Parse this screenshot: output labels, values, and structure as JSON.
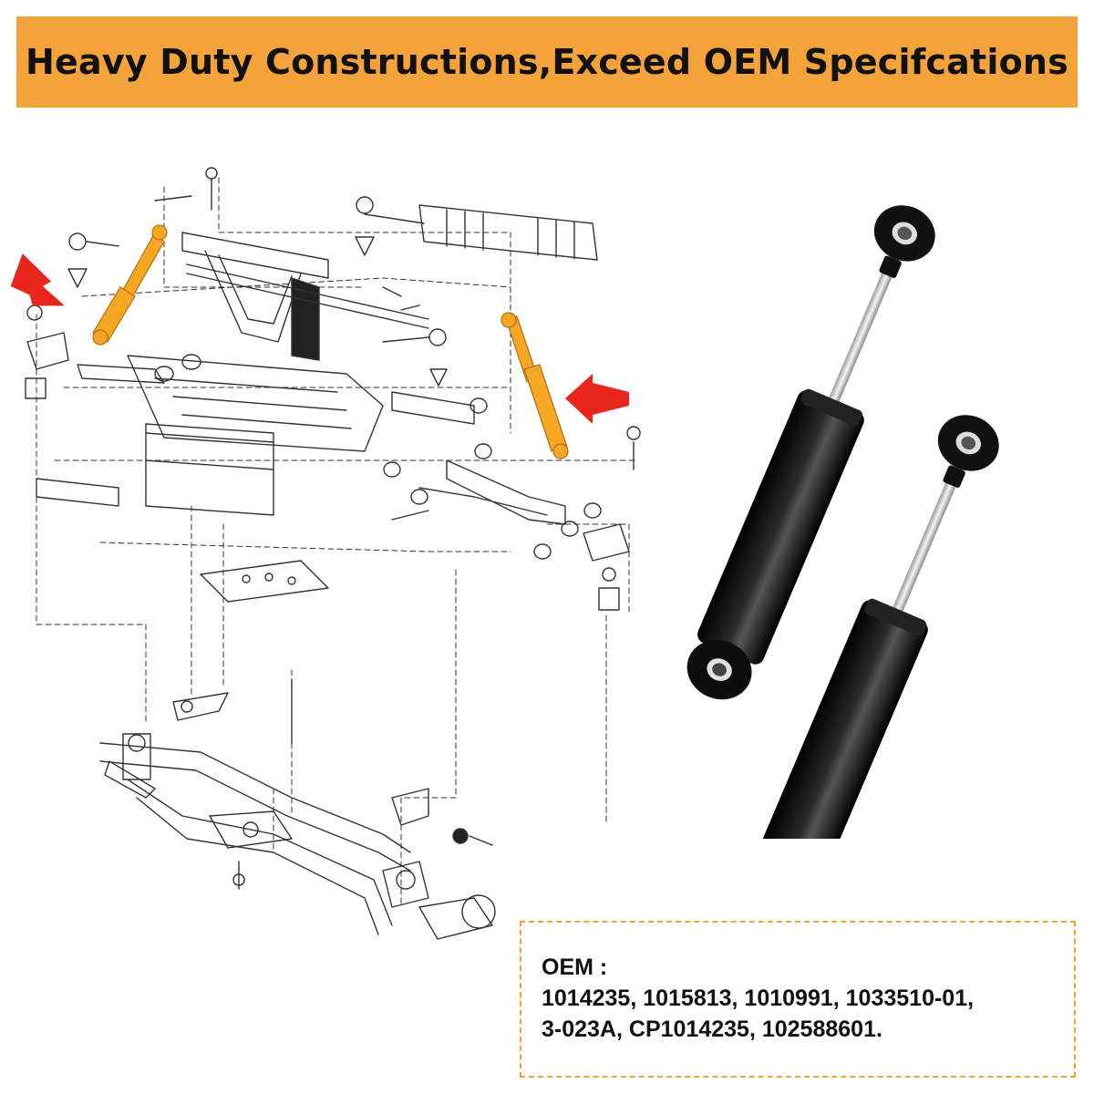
{
  "banner": {
    "title": "Heavy Duty Constructions,Exceed OEM Specifcations",
    "bg_color": "#f4a33b"
  },
  "diagram": {
    "highlight_color": "#f5a623",
    "arrow_color": "#e8261e",
    "line_color": "#333333"
  },
  "product": {
    "body_color": "#0b0b0b",
    "rod_color": "#d8d8d8"
  },
  "oem": {
    "label": "OEM :",
    "lines": [
      "1014235, 1015813, 1010991, 1033510-01,",
      "3-023A, CP1014235, 102588601."
    ],
    "border_color": "#f0a23a"
  }
}
